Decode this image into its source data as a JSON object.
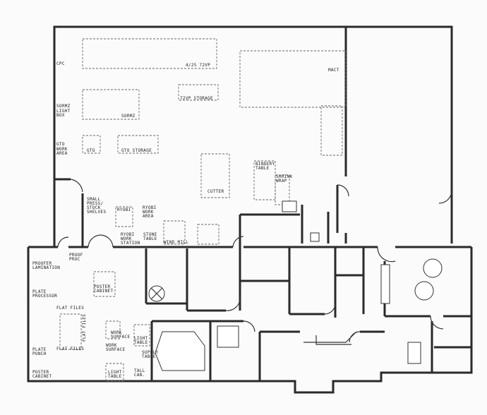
{
  "labels": {
    "cpc": "CPC",
    "press_4_25": "4/25 72VP",
    "storage_72vp": "72VP STORAGE",
    "mact": "MACT",
    "sormz_light_box": [
      "SORMZ",
      "LIGHT",
      "BOX"
    ],
    "sormz": "SORMZ",
    "gto_work_area": [
      "GTO",
      "WORK",
      "AREA"
    ],
    "gto": "GTO",
    "gto_storage": "GTO STORAGE",
    "bindery_table": [
      "BINDERY",
      "TABLE"
    ],
    "shrink_wrap": [
      "SHRINK",
      "WRAP"
    ],
    "cutter": "CUTTER",
    "small_press": [
      "SMALL",
      "PRESS/",
      "STOCK",
      "SHELVES"
    ],
    "ryobi": "RYOBI",
    "ryobi_work_area": [
      "RYOBI",
      "WORK",
      "AREA"
    ],
    "ryobi_work_station": [
      "RYOBI",
      "WORK",
      "STATION"
    ],
    "stone_table": [
      "STONE",
      "TABLE"
    ],
    "wind_mill": "WIND MILL",
    "proofer_lamination": [
      "PROOFER",
      "LAMINATION"
    ],
    "proof_proc": [
      "PROOF",
      "PROC"
    ],
    "plate_processor": [
      "PLATE",
      "PROCESSOR"
    ],
    "poster_cabinet_1": [
      "POSTER",
      "CABINET"
    ],
    "flat_files_top": "FLAT FILES",
    "flat_files_vertical": "FLAT FILES",
    "flat_files_bottom": "FLAT FILES",
    "work_surface_1": [
      "WORK",
      "SURFACE"
    ],
    "work_surface_2": [
      "WORK",
      "SURFACE"
    ],
    "light_table_1": [
      "LIGHT",
      "TABLE"
    ],
    "supply_table": [
      "SUPPLY",
      "TABLE"
    ],
    "plate_punch": [
      "PLATE",
      "PUNCH"
    ],
    "poster_cabinet_2": [
      "POSTER",
      "CABINET"
    ],
    "light_table_2": [
      "LIGHT",
      "TABLE"
    ],
    "tall_cab": [
      "TALL",
      "CAB."
    ]
  }
}
